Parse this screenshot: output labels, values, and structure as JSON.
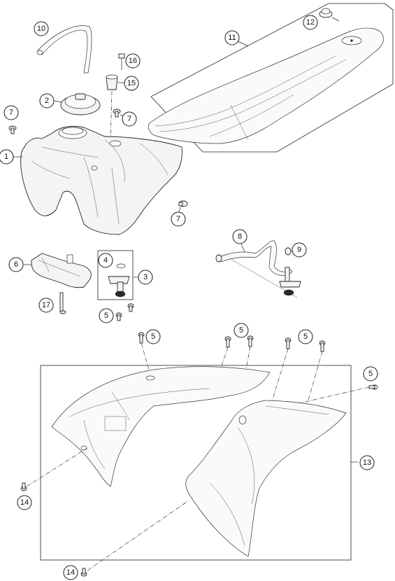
{
  "callouts": {
    "c1": "1",
    "c2": "2",
    "c3": "3",
    "c4": "4",
    "c5a": "5",
    "c5b": "5",
    "c5c": "5",
    "c5d": "5",
    "c5e": "5",
    "c6": "6",
    "c7a": "7",
    "c7b": "7",
    "c7c": "7",
    "c8": "8",
    "c9": "9",
    "c10": "10",
    "c11": "11",
    "c12": "12",
    "c13": "13",
    "c14a": "14",
    "c14b": "14",
    "c15": "15",
    "c16": "16",
    "c17": "17"
  },
  "colors": {
    "line": "#222222",
    "fill": "#f4f4f4",
    "background": "#ffffff"
  }
}
